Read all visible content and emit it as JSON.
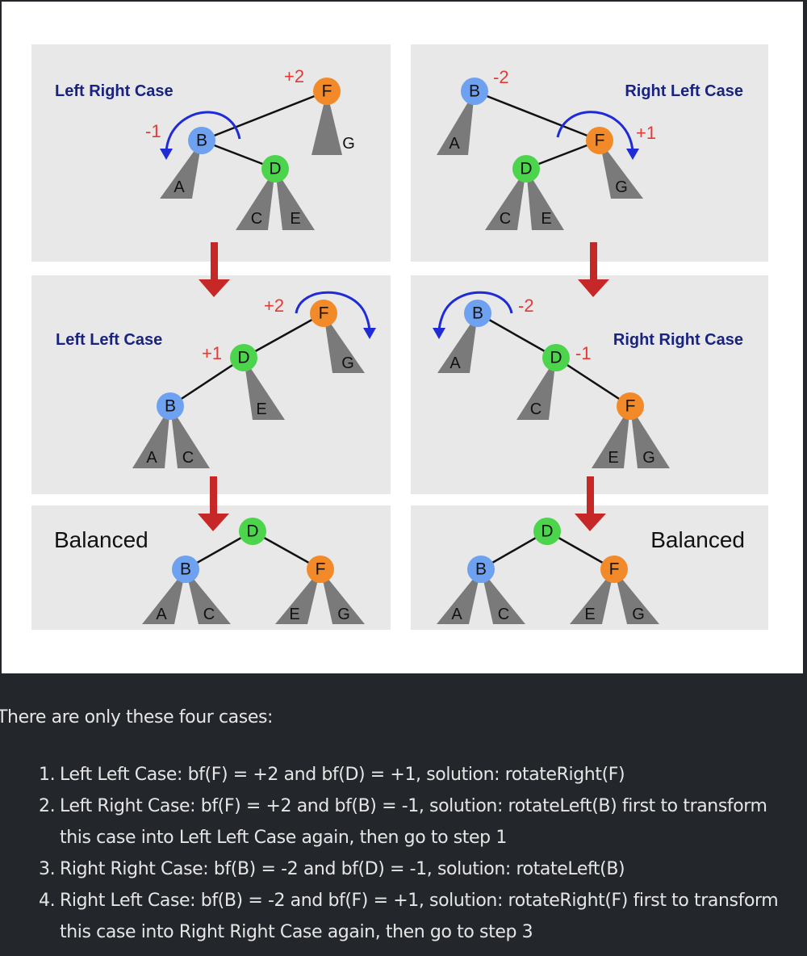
{
  "diagram": {
    "titles": {
      "left_right": "Left Right Case",
      "right_left": "Right Left Case",
      "left_left": "Left Left Case",
      "right_right": "Right Right Case",
      "balanced": "Balanced"
    },
    "bf": {
      "lr_F": "+2",
      "lr_B": "-1",
      "rl_B": "-2",
      "rl_F": "+1",
      "ll_F": "+2",
      "ll_D": "+1",
      "rr_B": "-2",
      "rr_D": "-1"
    },
    "nodes": {
      "B": "B",
      "D": "D",
      "F": "F"
    },
    "subtrees": {
      "A": "A",
      "C": "C",
      "E": "E",
      "G": "G"
    },
    "colors": {
      "B": "#6ea1ef",
      "D": "#4cd44c",
      "F": "#f28a2a",
      "bf": "#e53935",
      "arrow": "#c62828",
      "rotation": "#1e2bd6"
    }
  },
  "text": {
    "intro": "There are only these four cases:",
    "cases": [
      {
        "num": "1.",
        "lines": [
          "Left Left Case: bf(F) = +2 and bf(D) = +1, solution: rotateRight(F)"
        ]
      },
      {
        "num": "2.",
        "lines": [
          "Left Right Case: bf(F) = +2 and bf(B) = -1, solution: rotateLeft(B) first to transform",
          "this case into Left Left Case again, then go to step 1"
        ]
      },
      {
        "num": "3.",
        "lines": [
          "Right Right Case: bf(B) = -2 and bf(D) = -1, solution: rotateLeft(B)"
        ]
      },
      {
        "num": "4.",
        "lines": [
          "Right Left Case: bf(B) = -2 and bf(F) = +1, solution: rotateRight(F) first to transform",
          "this case into Right Right Case again, then go to step 3"
        ]
      }
    ]
  }
}
